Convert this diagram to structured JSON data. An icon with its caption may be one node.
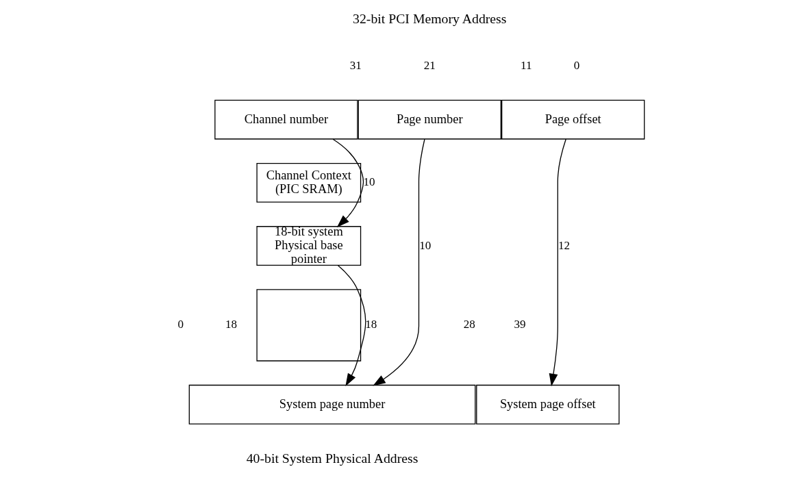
{
  "diagram": {
    "nodes": [
      {
        "text": [
          "Channel number"
        ]
      },
      {
        "text": [
          "Page number"
        ]
      },
      {
        "text": [
          "Page offset"
        ]
      },
      {
        "text": [
          "Channel Context (PIC SRAM)"
        ]
      },
      {
        "text": [
          "18-bit system Physical base pointer"
        ]
      },
      {
        "text": [],
        "shape": "box"
      },
      {
        "text": [
          "System page number"
        ]
      },
      {
        "text": [
          "System page offset"
        ]
      }
    ],
    "edges": [
      {
        "from": 0,
        "to": 4,
        "arrow": "to",
        "label": "10"
      },
      {
        "from": 1,
        "to": 6,
        "arrow": "to",
        "label": "10"
      },
      {
        "from": 2,
        "to": 7,
        "arrow": "to",
        "label": "12"
      },
      {
        "from": 4,
        "to": 6,
        "arrow": "to",
        "label": "18"
      }
    ],
    "labels": [
      "32-bit PCI Memory Address",
      "31",
      "21",
      "11",
      "0",
      "0",
      "18",
      "28",
      "39",
      "40-bit System Physical Address"
    ]
  }
}
